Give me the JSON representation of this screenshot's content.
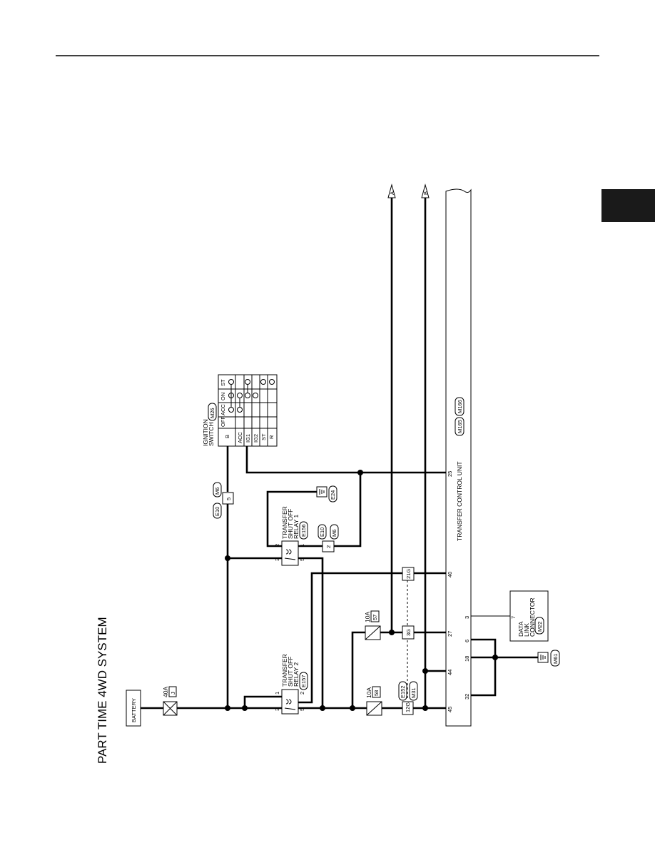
{
  "page": {
    "title": "PART TIME 4WD SYSTEM",
    "tab_color": "#1a1a1a"
  },
  "components": {
    "battery": "BATTERY",
    "fuse_main": {
      "rating": "40A",
      "id": "J"
    },
    "fuse_58": {
      "rating": "10A",
      "id": "58"
    },
    "fuse_57": {
      "rating": "10A",
      "id": "57"
    },
    "relay2": {
      "line1": "TRANSFER",
      "line2": "SHUT OFF",
      "line3": "RELAY 2",
      "connector": "E157"
    },
    "relay1": {
      "line1": "TRANSFER",
      "line2": "SHUT OFF",
      "line3": "RELAY 1",
      "connector": "E156"
    },
    "ignition": {
      "line1": "IGNITION",
      "line2": "SWITCH",
      "connector": "M26"
    },
    "tcu": {
      "label": "TRANSFER CONTROL UNIT",
      "conn1": "M165",
      "conn2": "M166"
    },
    "dlc": {
      "pin": "7",
      "line1": "DATA",
      "line2": "LINK",
      "line3": "CONNECTOR",
      "connector": "M22"
    },
    "ground_e24": "E24",
    "ground_m61": "M61",
    "arrow_a": "A",
    "arrow_b": "B"
  },
  "ignition_table": {
    "cols": [
      "B",
      "ACC",
      "IG1",
      "IG2",
      "ST",
      "R"
    ],
    "rows": [
      "OFF",
      "ACC",
      "ON",
      "ST"
    ]
  },
  "connectors": {
    "e10_m6_top": {
      "c1": "E10",
      "c2": "M6",
      "pin": "5"
    },
    "e10_m6_bottom": {
      "c1": "E10",
      "c2": "M6",
      "pin": "2"
    },
    "e152_m31": {
      "c1": "E152",
      "c2": "M31"
    },
    "pin_12g": "12G",
    "pin_3g": "3G",
    "pin_21g": "21G"
  },
  "relay_pins": {
    "r2_p3": "3",
    "r2_p1": "1",
    "r2_p2": "2",
    "r2_p5": "5",
    "r1_p3": "3",
    "r1_p2": "2",
    "r1_p1": "1",
    "r1_p5": "5"
  },
  "tcu_pins": {
    "p45": "45",
    "p44": "44",
    "p27": "27",
    "p40": "40",
    "p25": "25",
    "p32": "32",
    "p18": "18",
    "p6": "6",
    "p3": "3"
  }
}
